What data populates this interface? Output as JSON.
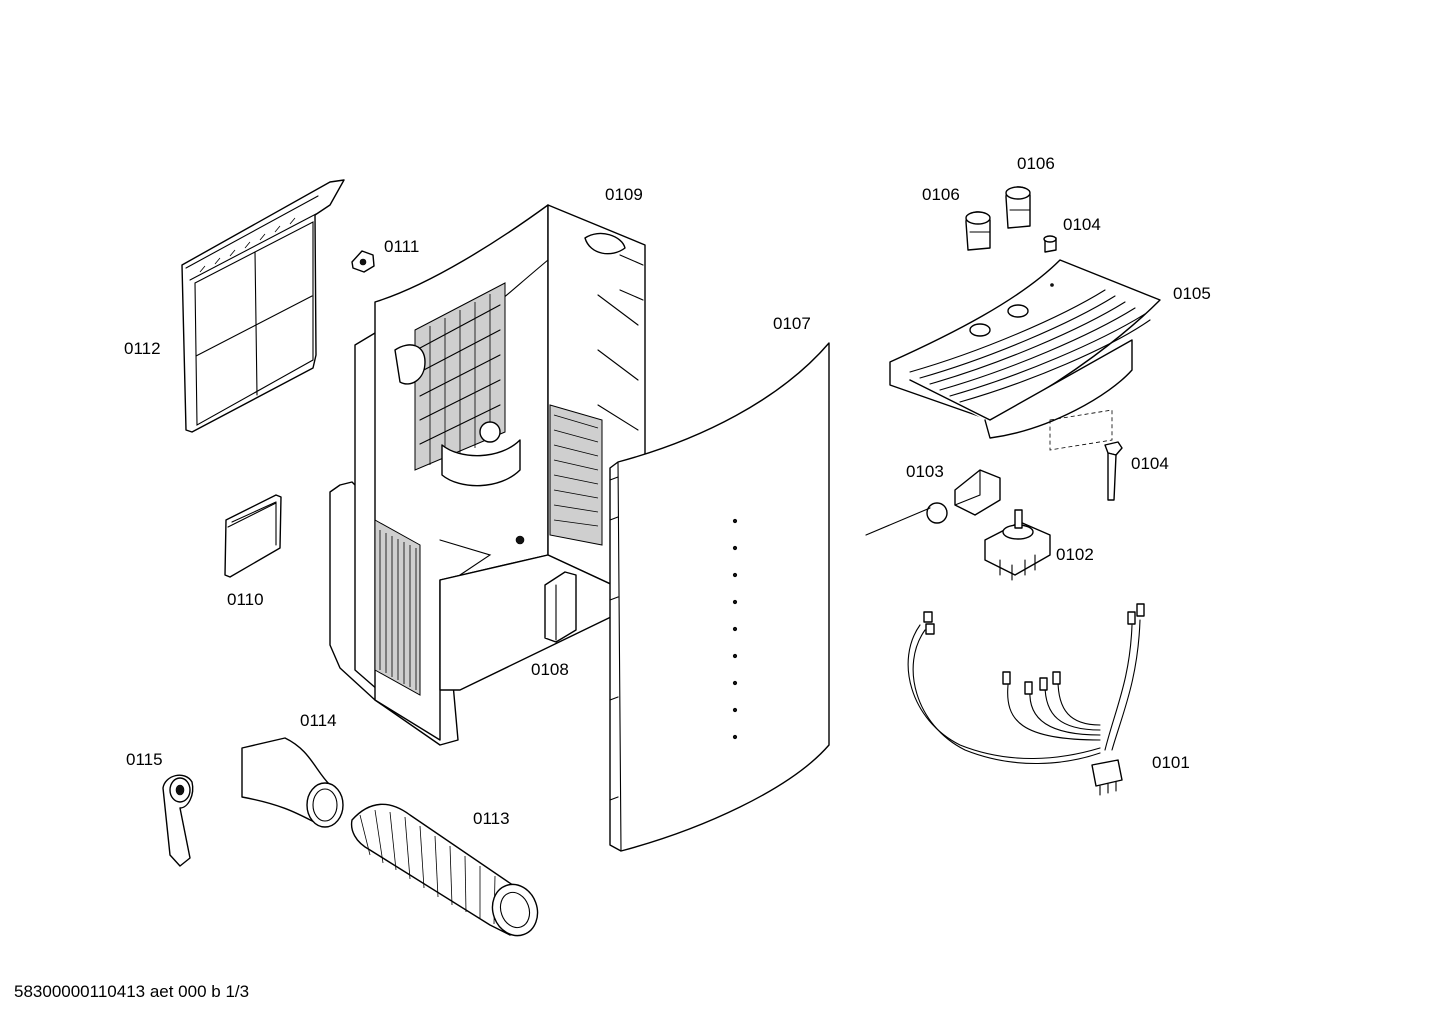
{
  "labels": {
    "p0101": "0101",
    "p0102": "0102",
    "p0103": "0103",
    "p0104_top": "0104",
    "p0104_bottom": "0104",
    "p0105": "0105",
    "p0106_left": "0106",
    "p0106_right": "0106",
    "p0107": "0107",
    "p0108": "0108",
    "p0109": "0109",
    "p0110": "0110",
    "p0111": "0111",
    "p0112": "0112",
    "p0113": "0113",
    "p0114": "0114",
    "p0115": "0115"
  },
  "footer": "58300000110413 aet 000 b 1/3"
}
